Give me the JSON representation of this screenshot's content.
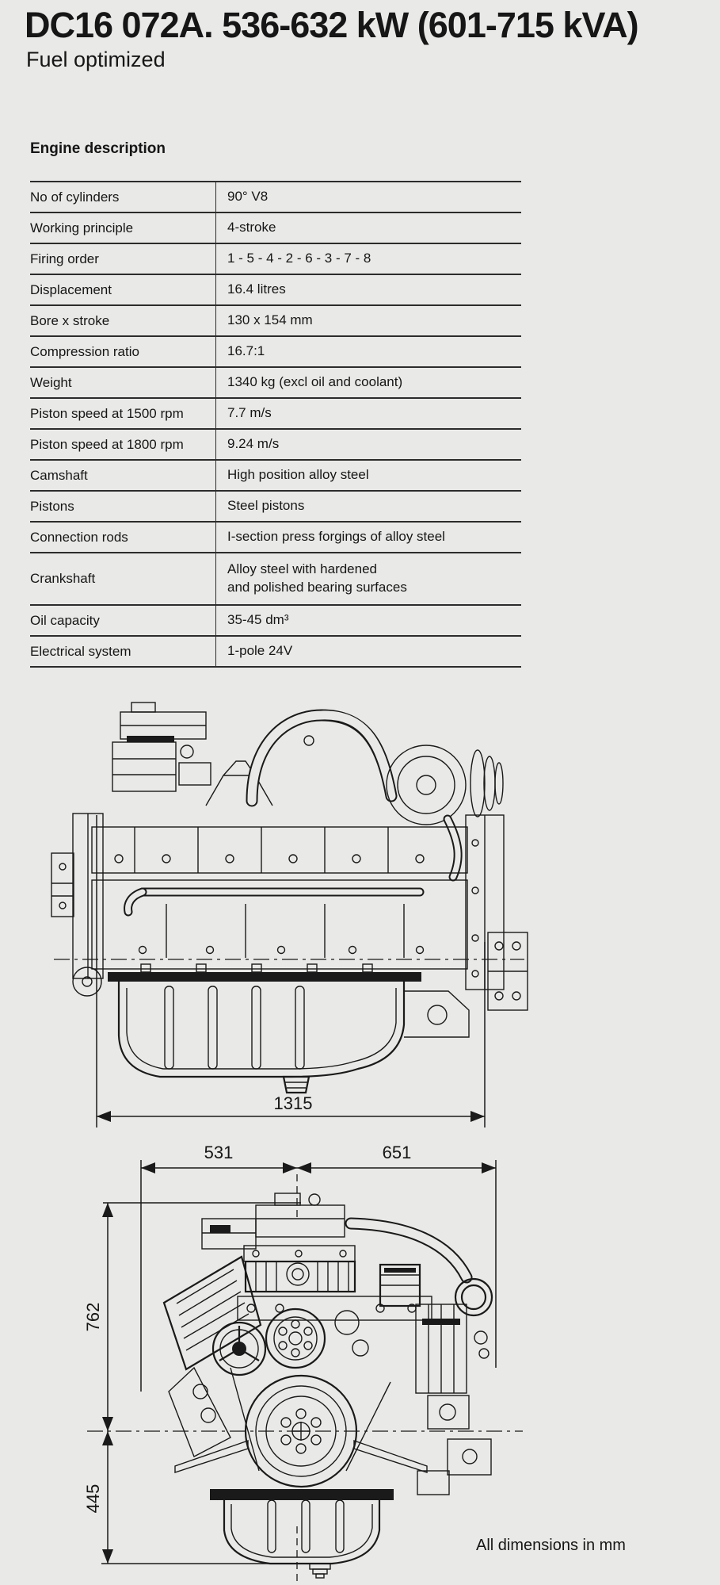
{
  "page": {
    "title": "DC16 072A. 536-632 kW (601-715 kVA)",
    "subtitle": "Fuel optimized",
    "background_color": "#e9e9e7",
    "ink_color": "#1a1a1a"
  },
  "engine_description": {
    "heading": "Engine description",
    "rows": [
      {
        "label": "No of cylinders",
        "value": "90° V8"
      },
      {
        "label": "Working principle",
        "value": "4-stroke"
      },
      {
        "label": "Firing order",
        "value": "1 - 5 - 4 - 2 - 6 - 3 - 7 - 8"
      },
      {
        "label": "Displacement",
        "value": "16.4 litres"
      },
      {
        "label": "Bore x stroke",
        "value": "130 x 154 mm"
      },
      {
        "label": "Compression ratio",
        "value": "16.7:1"
      },
      {
        "label": "Weight",
        "value": "1340 kg (excl oil and coolant)"
      },
      {
        "label": "Piston speed at 1500 rpm",
        "value": "7.7 m/s"
      },
      {
        "label": "Piston speed at 1800 rpm",
        "value": "9.24 m/s"
      },
      {
        "label": "Camshaft",
        "value": "High position alloy steel"
      },
      {
        "label": "Pistons",
        "value": "Steel pistons"
      },
      {
        "label": "Connection rods",
        "value": "I-section press forgings of alloy steel"
      },
      {
        "label": "Crankshaft",
        "value": "Alloy steel with hardened\nand polished bearing surfaces"
      },
      {
        "label": "Oil capacity",
        "value": "35-45 dm³"
      },
      {
        "label": "Electrical system",
        "value": "1-pole 24V"
      }
    ]
  },
  "drawings": {
    "side_view": {
      "length_mm": "1315"
    },
    "front_view": {
      "width_left_mm": "531",
      "width_right_mm": "651",
      "height_upper_mm": "762",
      "height_lower_mm": "445"
    },
    "note": "All dimensions in mm"
  }
}
